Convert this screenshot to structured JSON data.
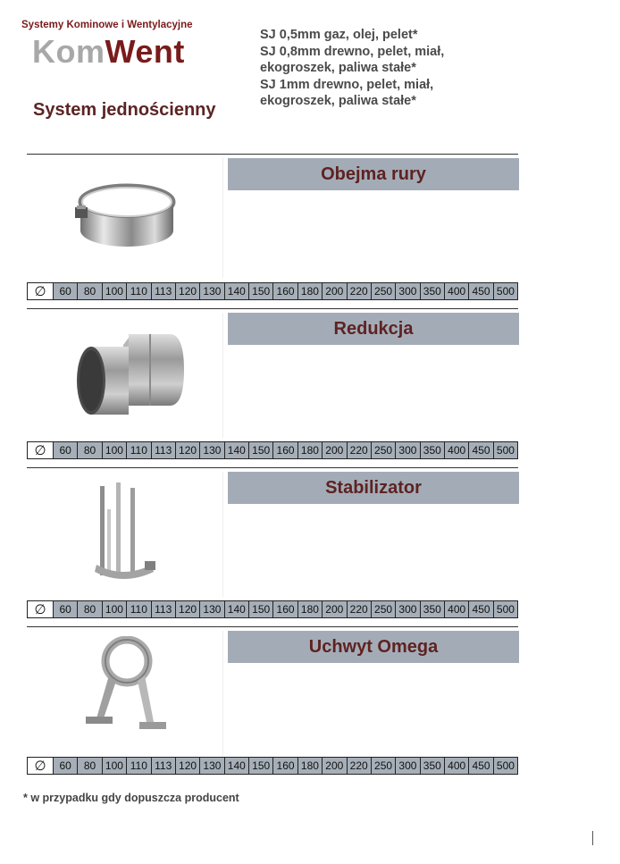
{
  "header": {
    "brand_tagline": "Systemy Kominowe i Wentylacyjne",
    "logo_part1": "Kom",
    "logo_part2": "W",
    "logo_part3": "ent",
    "system_title": "System jednościenny",
    "spec_lines": [
      "SJ 0,5mm gaz, olej, pelet*",
      "SJ 0,8mm drewno, pelet, miał,",
      "ekogroszek, paliwa stałe*",
      "SJ 1mm drewno, pelet, miał,",
      "ekogroszek, paliwa stałe*"
    ]
  },
  "diameter_symbol": "∅",
  "sizes": [
    "60",
    "80",
    "100",
    "110",
    "113",
    "120",
    "130",
    "140",
    "150",
    "160",
    "180",
    "200",
    "220",
    "250",
    "300",
    "350",
    "400",
    "450",
    "500"
  ],
  "products": [
    {
      "title": "Obejma rury",
      "icon": "pipe-clamp-icon"
    },
    {
      "title": "Redukcja",
      "icon": "pipe-reducer-icon"
    },
    {
      "title": "Stabilizator",
      "icon": "stabilizer-icon"
    },
    {
      "title": "Uchwyt Omega",
      "icon": "omega-bracket-icon"
    }
  ],
  "footnote": "* w przypadku gdy dopuszcza producent",
  "colors": {
    "brand_red": "#7a1b1b",
    "title_bar": "#a3acb6",
    "size_cells": "#a6afb8"
  }
}
